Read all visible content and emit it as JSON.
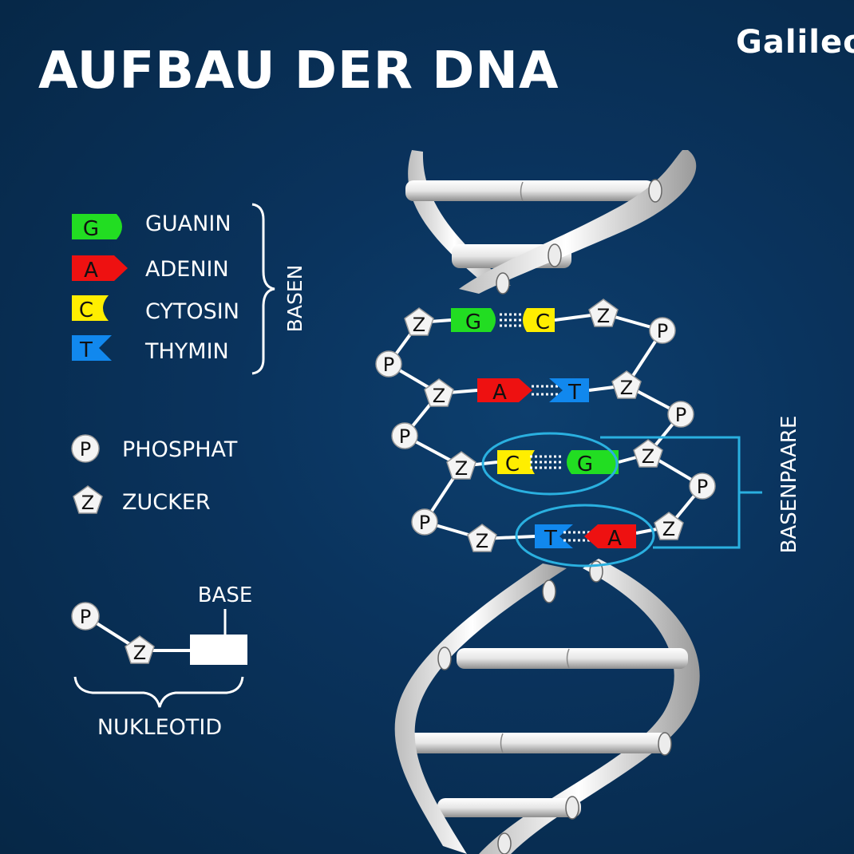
{
  "header": {
    "title": "AUFBAU DER DNA",
    "brand": "Galileo"
  },
  "legend": {
    "bases": [
      {
        "letter": "G",
        "name": "GUANIN",
        "color": "#22dd22",
        "shape": "arrow-round"
      },
      {
        "letter": "A",
        "name": "ADENIN",
        "color": "#ee1111",
        "shape": "arrow-point"
      },
      {
        "letter": "C",
        "name": "CYTOSIN",
        "color": "#ffee00",
        "shape": "arrow-notch-round"
      },
      {
        "letter": "T",
        "name": "THYMIN",
        "color": "#1188ee",
        "shape": "arrow-notch-point"
      }
    ],
    "bases_group_label": "BASEN",
    "phosphate": {
      "symbol": "P",
      "name": "PHOSPHAT"
    },
    "sugar": {
      "symbol": "Z",
      "name": "ZUCKER"
    }
  },
  "nucleotide": {
    "phosphate_symbol": "P",
    "sugar_symbol": "Z",
    "base_label": "BASE",
    "caption": "NUKLEOTID"
  },
  "helix": {
    "phosphate_symbol": "P",
    "sugar_symbol": "Z",
    "pairs": [
      {
        "left": "G",
        "right": "C"
      },
      {
        "left": "A",
        "right": "T"
      },
      {
        "left": "C",
        "right": "G"
      },
      {
        "left": "T",
        "right": "A"
      }
    ],
    "pairs_label": "BASENPAARE",
    "highlight_color": "#2ab0e0"
  }
}
